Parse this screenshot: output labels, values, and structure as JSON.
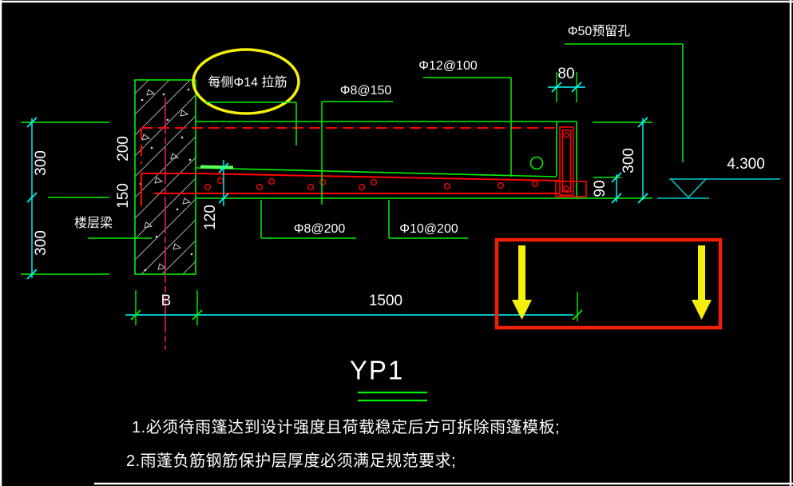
{
  "drawing": {
    "title": "YP1",
    "labels": {
      "tie_bar": "每侧Φ14 拉筋",
      "top_bar_mid": "Φ8@150",
      "top_bar_end": "Φ12@100",
      "reserved_hole": "Φ50预留孔",
      "bottom_bar_1": "Φ8@200",
      "bottom_bar_2": "Φ10@200",
      "floor_beam": "楼层梁",
      "elevation": "4.300"
    },
    "dimensions": {
      "left_upper": "300",
      "left_lower": "300",
      "beam_upper": "200",
      "beam_lower": "150",
      "root_thickness": "120",
      "beam_width": "B",
      "cantilever_span": "1500",
      "edge_width": "80",
      "tip_thickness": "90",
      "edge_height": "300"
    },
    "notes": [
      "1.必须待雨篷达到设计强度且荷载稳定后方可拆除雨篷模板;",
      "2.雨蓬负筋钢筋保护层厚度必须满足规范要求;"
    ],
    "colors": {
      "background": "#000000",
      "outline_green": "#00f000",
      "dim_cyan": "#00ffff",
      "rebar_red": "#ff0000",
      "centerline_magenta": "#e8175a",
      "hatch_gray": "#a8a8a8",
      "text_white": "#ffffff",
      "highlight_yellow": "#f5ef0e",
      "annotation_box_red": "#f21f07"
    }
  }
}
